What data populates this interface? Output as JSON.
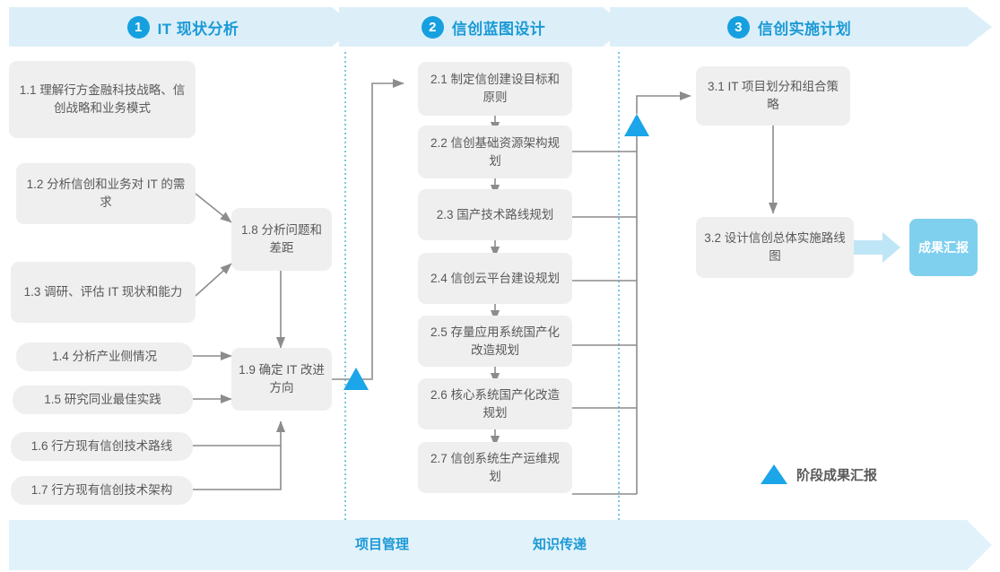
{
  "colors": {
    "accent": "#1C9AD6",
    "accent_circle": "#16A0E0",
    "banner_fill": "#DCEFF9",
    "band_fill": "#E2F2FB",
    "box_fill": "#EFEFEF",
    "box_text": "#595959",
    "report_fill": "#7FD0EE",
    "triangle": "#1CA5E8",
    "connector": "#8C8C8C",
    "divider_dotted": "#56B9E0"
  },
  "phases": [
    {
      "number": "1",
      "title": "IT 现状分析"
    },
    {
      "number": "2",
      "title": "信创蓝图设计"
    },
    {
      "number": "3",
      "title": "信创实施计划"
    }
  ],
  "phase1_inputs": [
    {
      "id": "1.1",
      "label": "1.1 理解行方金融科技战略、信创战略和业务模式"
    },
    {
      "id": "1.2",
      "label": "1.2 分析信创和业务对 IT 的需求"
    },
    {
      "id": "1.3",
      "label": "1.3 调研、评估 IT 现状和能力"
    },
    {
      "id": "1.4",
      "label": "1.4 分析产业侧情况"
    },
    {
      "id": "1.5",
      "label": "1.5 研究同业最佳实践"
    },
    {
      "id": "1.6",
      "label": "1.6 行方现有信创技术路线"
    },
    {
      "id": "1.7",
      "label": "1.7 行方现有信创技术架构"
    }
  ],
  "phase1_outputs": [
    {
      "id": "1.8",
      "label": "1.8 分析问题和差距"
    },
    {
      "id": "1.9",
      "label": "1.9 确定 IT 改进方向"
    }
  ],
  "phase2_items": [
    {
      "id": "2.1",
      "label": "2.1 制定信创建设目标和原则"
    },
    {
      "id": "2.2",
      "label": "2.2 信创基础资源架构规划"
    },
    {
      "id": "2.3",
      "label": "2.3 国产技术路线规划"
    },
    {
      "id": "2.4",
      "label": "2.4 信创云平台建设规划"
    },
    {
      "id": "2.5",
      "label": "2.5 存量应用系统国产化改造规划"
    },
    {
      "id": "2.6",
      "label": "2.6 核心系统国产化改造规划"
    },
    {
      "id": "2.7",
      "label": "2.7 信创系统生产运维规划"
    }
  ],
  "phase3_items": [
    {
      "id": "3.1",
      "label": "3.1 IT 项目划分和组合策略"
    },
    {
      "id": "3.2",
      "label": "3.2 设计信创总体实施路线图"
    }
  ],
  "final_output": {
    "label": "成果汇报"
  },
  "legend": {
    "label": "阶段成果汇报"
  },
  "bottom_band": {
    "labels": [
      "项目管理",
      "知识传递"
    ]
  }
}
